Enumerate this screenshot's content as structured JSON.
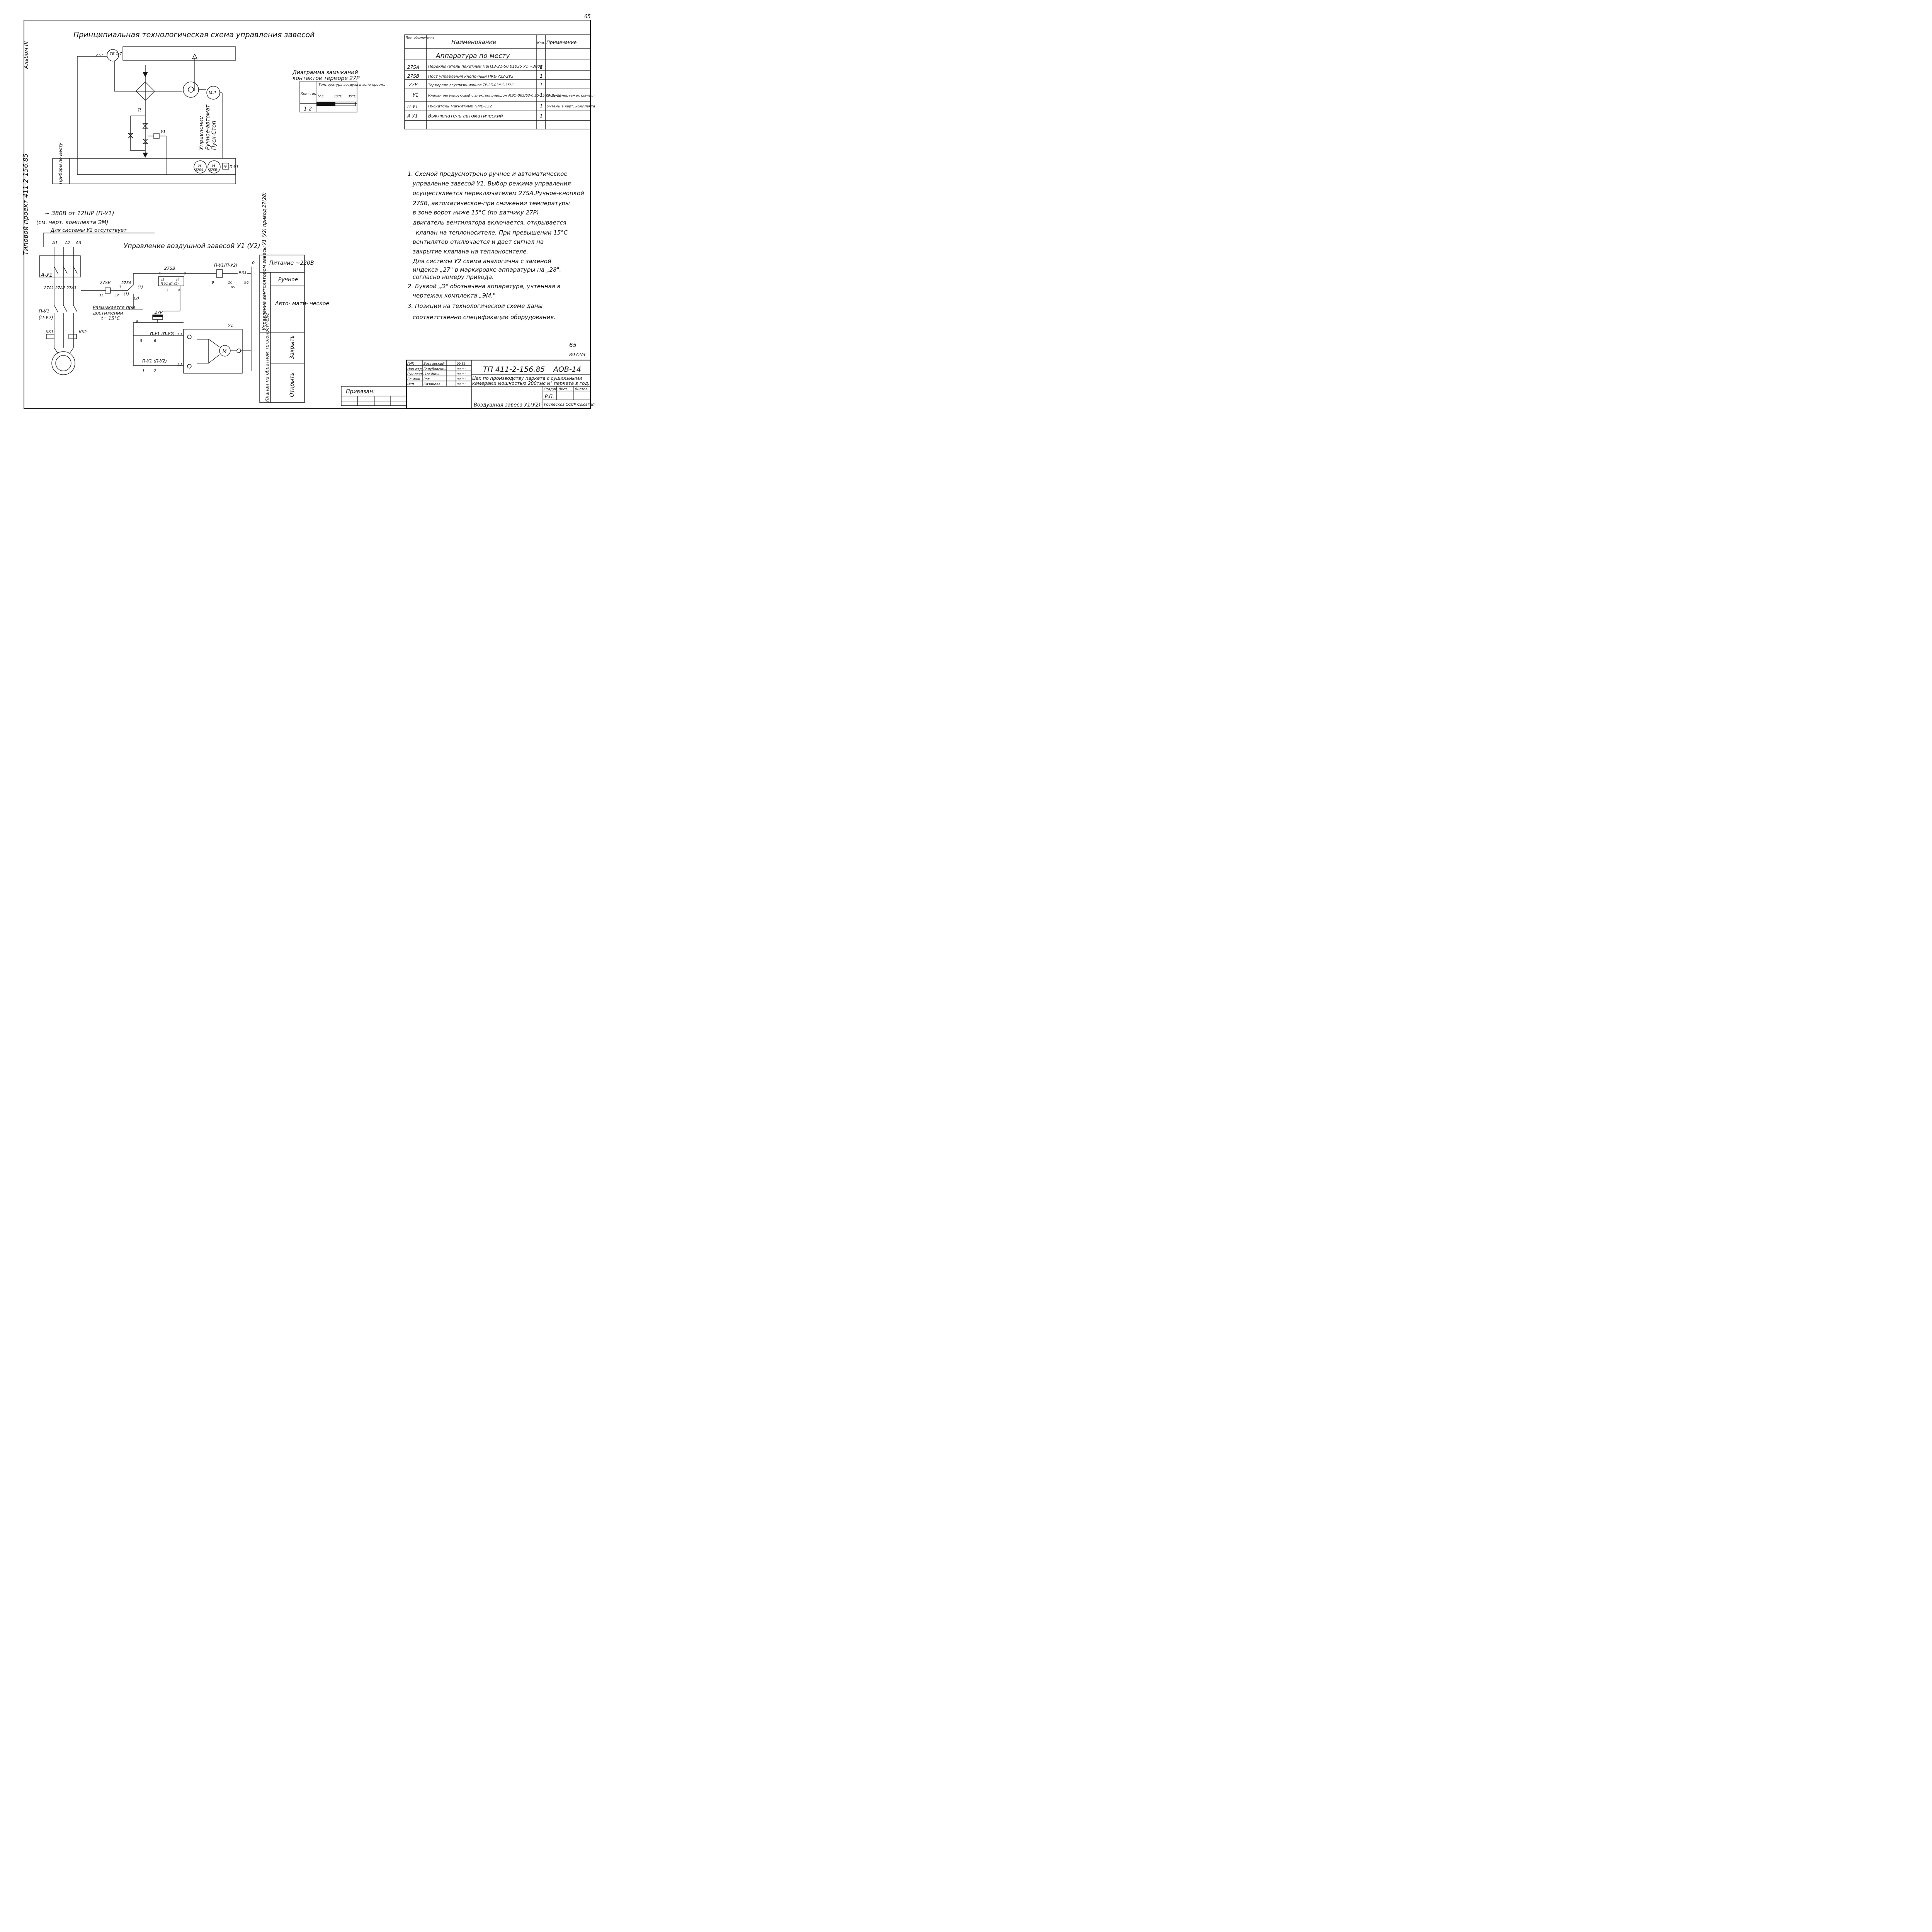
{
  "corner_number": "65",
  "side_labels": {
    "album": "Альбом III",
    "project": "Типовой проект 411-2-156.85"
  },
  "main_title": "Принципиальная технологическая схема управления завесой",
  "process": {
    "sensor": "ТЕ 1-7",
    "sensor_tag": "27Р",
    "motor": "М-1",
    "valve": "У1",
    "pipe": "Т2",
    "columns": [
      "Управление",
      "Ручное-автомат",
      "Пуск-Стоп"
    ],
    "h_a": "Н",
    "h_a_sub": "27SA",
    "h_b": "Н",
    "h_b_sub": "27SB",
    "e": "Э",
    "e_tag": "П-У1",
    "local_box": "Приборы по месту"
  },
  "contact_diagram": {
    "title1": "Диаграмма замыканий",
    "title2": "контактов термоpe 27Р",
    "head_left": "Кон- такт",
    "head": "Температура воздуха в зоне проема",
    "t1": "5°С",
    "t2": "15°С",
    "t3": "35°С",
    "row": "1-2"
  },
  "spec": {
    "headers": [
      "Поз. обозначение",
      "Наименование",
      "Кол.",
      "Примечание"
    ],
    "section": "Аппаратура по месту",
    "rows": [
      {
        "pos": "27SA",
        "name": "Переключатель пакетный ПВП13-21-50 01035 У1 ~380В",
        "qty": "1",
        "note": ""
      },
      {
        "pos": "27SB",
        "name": "Пост управления кнопочный ПКЕ-722-2У3",
        "qty": "1",
        "note": ""
      },
      {
        "pos": "27Р",
        "name": "Термореле двухпозиционное ТР-2Б-03t°С-35°С",
        "qty": "1",
        "note": ""
      },
      {
        "pos": "У1",
        "name": "Клапан регулирующий с электроприводом МЭО-063/63-0.25-25 У3 Ду-25",
        "qty": "1",
        "note": "Учтен в чертежах компл. ОВ"
      },
      {
        "pos": "П-У1",
        "name": "Пускатель магнитный ПМЕ-132",
        "qty": "1",
        "note": "Учтены в черт. комплекта ЭМ"
      },
      {
        "pos": "А-У1",
        "name": "Выключатель автоматический",
        "qty": "1",
        "note": ""
      }
    ]
  },
  "notes": [
    "1. Схемой предусмотрено ручное и автоматическое",
    "управление завесой У1. Выбор режима управления",
    "осуществляется переключателем 27SA.Ручное-кнопкой",
    "27SB, автоматическое-при снижении температуры",
    "в зоне ворот ниже 15°С (по датчику 27Р)",
    "двигатель вентилятора включается, открывается",
    "клапан на теплоносителе. При превышении 15°С",
    "вентилятор отключается и дает сигнал на",
    "закрытие клапана на теплоносителе.",
    "Для системы У2 схема аналогична с заменой",
    "индекса „27\" в маркировке аппаратуры на „28\".",
    "согласно номеру привода.",
    "2. Буквой „Э\" обозначена аппаратура, учтенная в",
    "чертежах комплекта „ЭМ.\"",
    "3. Позиции на технологической схеме даны",
    "соответственно спецификации оборудования."
  ],
  "page_no": "65",
  "sheet_ref": "8972/3",
  "power": {
    "title": "~ 380В от 12ШР (П-У1)",
    "subtitle": "(см. черт. комплекта ЭМ)",
    "note": "Для системы У2 отсутствует",
    "phases": [
      "А1",
      "А2",
      "А3"
    ],
    "breaker": "А-У1",
    "terminals": "27А1 27А2 27А3",
    "starter": "П-У1",
    "starter2": "(П-У2)",
    "kk1": "КК1",
    "kk2": "КК2"
  },
  "control": {
    "title": "Управление воздушной завесой У1 (У2)",
    "open_note1": "Размыкается при",
    "open_note2": "достижении",
    "open_note3": "t= 15°С",
    "sb1": "27SB",
    "sa": "27SA",
    "sb2": "27SB",
    "pu_coil": "П-У1(П-У2)",
    "kk1": "КК1",
    "trp": "27Р",
    "pu_contact": "П-У1 (П-У2)",
    "motor_box": "У1",
    "motor": "М",
    "n0": "0",
    "n1": "1",
    "n2": "2",
    "n3": "3",
    "n4": "4",
    "n5": "5",
    "n6": "6",
    "n7": "7",
    "n9": "9",
    "n10": "10",
    "n13": "13",
    "n31": "31",
    "n32": "32",
    "n95": "95",
    "n96": "96",
    "p1": "(1)",
    "p2": "(2)",
    "p3": "(3)",
    "c3": "с3",
    "c4": "с4",
    "pu_small": "П-У1 (П-У2)"
  },
  "side_table": {
    "header": "Питание ~220В",
    "fan_label": "Управление вентилятором завесы У1 (У2) привод 27(28)",
    "valve_label": "Клапан на обратном теплоносителе",
    "r1": "Ручное",
    "r2": "Авто- мати- ческое",
    "r3": "Закрыть",
    "r4": "Открыть"
  },
  "title_block": {
    "code": "ТП 411-2-156.85",
    "sheet": "АОВ-14",
    "desc1": "Цех по производству паркета с сушильными",
    "desc2": "камерами мощностью 200тыс м² паркета в год.",
    "desc3": "Воздушная завеса У1(У2)",
    "org": "Гослесхоз СССР Союзгипролесхоз",
    "stage_h": "Стадия",
    "list_h": "Лист",
    "lists_h": "Листов",
    "stage": "Р.П.",
    "bound": "Привязан:",
    "people": [
      {
        "role": "ГИП",
        "name": "Заставский",
        "date": "09.83"
      },
      {
        "role": "Нач.отд.",
        "name": "Голубовский",
        "date": "09.83"
      },
      {
        "role": "Рук.сект.",
        "name": "Олейник",
        "date": "09.83"
      },
      {
        "role": "Гл.инж.",
        "name": "Рог",
        "date": "09.83"
      },
      {
        "role": "Исп.",
        "name": "Казакова",
        "date": "09.83"
      }
    ]
  }
}
